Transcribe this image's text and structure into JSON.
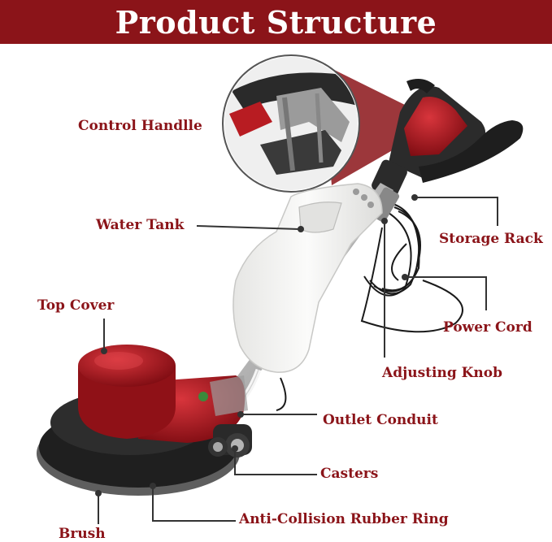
{
  "banner": {
    "title": "Product Structure",
    "color": "#8b1419"
  },
  "labels": {
    "control_handle": "Control Handlle",
    "water_tank": "Water Tank",
    "storage_rack": "Storage Rack",
    "top_cover": "Top Cover",
    "power_cord": "Power Cord",
    "adjusting_knob": "Adjusting Knob",
    "outlet_conduit": "Outlet Conduit",
    "casters": "Casters",
    "anti_collision_ring": "Anti-Collision Rubber Ring",
    "brush": "Brush"
  },
  "colors": {
    "accent": "#8b1419",
    "machine_red": "#a5141c",
    "tank": "#f2f2f0"
  }
}
